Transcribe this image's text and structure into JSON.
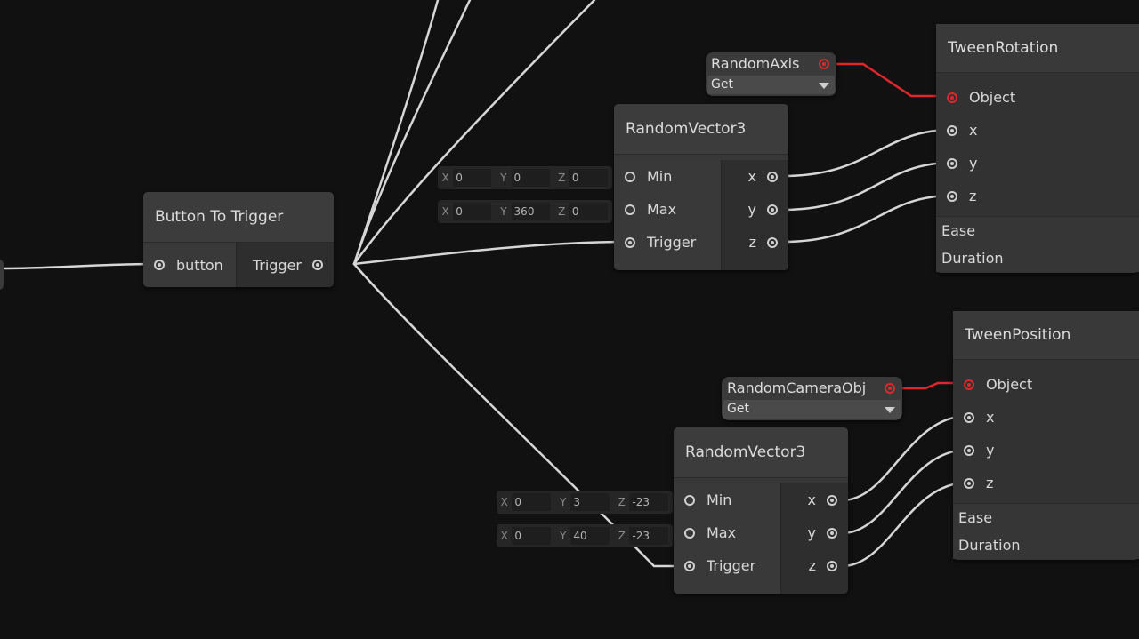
{
  "nodes": {
    "button_to_trigger": {
      "title": "Button To Trigger",
      "input": "button",
      "output": "Trigger"
    },
    "random_vector_1": {
      "title": "RandomVector3",
      "inputs": [
        "Min",
        "Max",
        "Trigger"
      ],
      "outputs": [
        "x",
        "y",
        "z"
      ],
      "min": {
        "x_label": "X",
        "x": "0",
        "y_label": "Y",
        "y": "0",
        "z_label": "Z",
        "z": "0"
      },
      "max": {
        "x_label": "X",
        "x": "0",
        "y_label": "Y",
        "y": "360",
        "z_label": "Z",
        "z": "0"
      }
    },
    "random_vector_2": {
      "title": "RandomVector3",
      "inputs": [
        "Min",
        "Max",
        "Trigger"
      ],
      "outputs": [
        "x",
        "y",
        "z"
      ],
      "min": {
        "x_label": "X",
        "x": "0",
        "y_label": "Y",
        "y": "3",
        "z_label": "Z",
        "z": "-23"
      },
      "max": {
        "x_label": "X",
        "x": "0",
        "y_label": "Y",
        "y": "40",
        "z_label": "Z",
        "z": "-23"
      }
    },
    "random_axis": {
      "name": "RandomAxis",
      "selected": "Get"
    },
    "random_camera_obj": {
      "name": "RandomCameraObj",
      "selected": "Get"
    },
    "tween_rotation": {
      "title": "TweenRotation",
      "ports": [
        "Object",
        "x",
        "y",
        "z"
      ],
      "fields": [
        "Ease",
        "Duration"
      ]
    },
    "tween_position": {
      "title": "TweenPosition",
      "ports": [
        "Object",
        "x",
        "y",
        "z"
      ],
      "fields": [
        "Ease",
        "Duration"
      ]
    }
  },
  "colors": {
    "background": "#111112",
    "wire": "#d6d6d6",
    "object_wire": "#e0262a",
    "node": "#383838"
  },
  "icons": {
    "port": "port-circle-icon",
    "dropdown": "caret-down-icon"
  }
}
